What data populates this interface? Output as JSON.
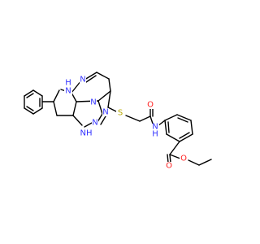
{
  "colors": {
    "carbon_bond": "#000000",
    "nitrogen": "#3333ff",
    "oxygen": "#ff2020",
    "sulfur": "#b8a800",
    "background": "#ffffff"
  },
  "atom_labels": {
    "n_pyrazolidine_nh": "N",
    "h_pyrazolidine_nh": "H",
    "n_pyrazine": "N",
    "n_triazole_bridge": "N",
    "n_triazole_upper": "N",
    "n_triazole_lower": "N",
    "nh_triazole": "NH",
    "sulfur": "S",
    "amide_oxygen": "O",
    "amide_n": "N",
    "amide_h": "H",
    "ester_carbonyl_oxygen": "O",
    "ester_ether_oxygen": "O"
  }
}
